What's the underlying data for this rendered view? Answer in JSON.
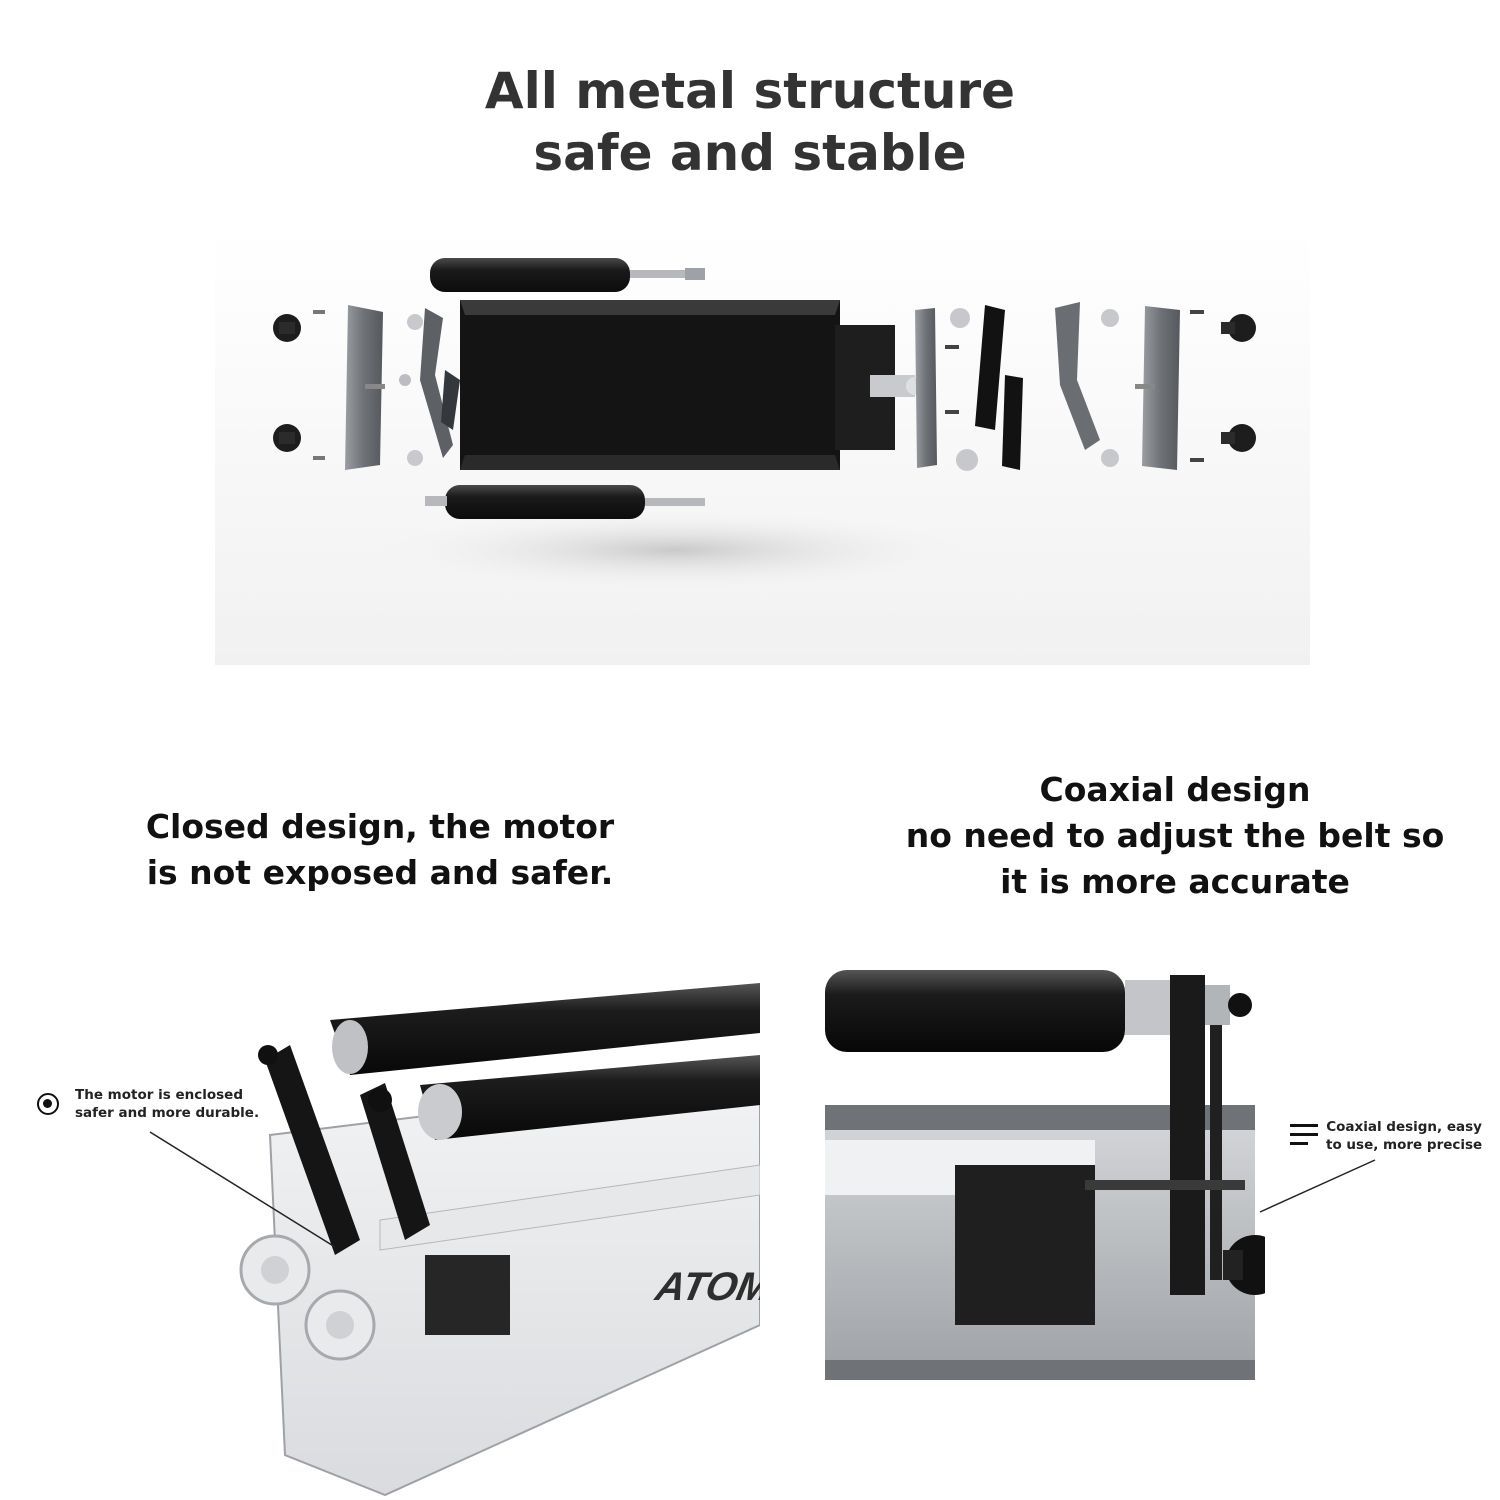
{
  "top": {
    "title_line1": "All metal structure",
    "title_line2": "safe and stable"
  },
  "left": {
    "caption_line1": "Closed design, the motor",
    "caption_line2": "is not exposed and safer.",
    "note_line1": "The motor is enclosed",
    "note_line2": "safer and more durable.",
    "note_icon": "radio-dot-icon",
    "brand": "ATOM"
  },
  "right": {
    "caption_line1": "Coaxial design",
    "caption_line2": "no need to adjust the belt so",
    "caption_line3": "it is more accurate",
    "note_line1": "Coaxial design, easy",
    "note_line2": "to use, more precise",
    "note_icon": "align-lines-icon"
  },
  "colors": {
    "metal_black": "#1b1b1b",
    "aluminum": "#b9bcc0",
    "background": "#ffffff"
  }
}
